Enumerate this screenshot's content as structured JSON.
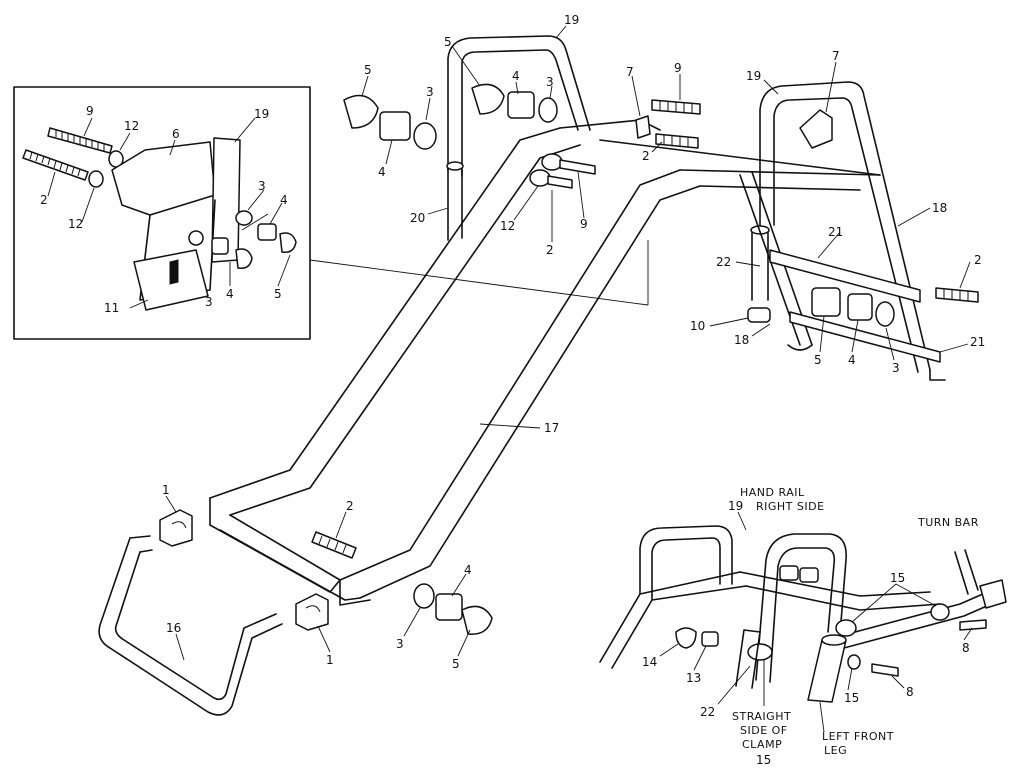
{
  "callouts": {
    "inset_9": "9",
    "inset_12a": "12",
    "inset_6": "6",
    "inset_19": "19",
    "inset_2": "2",
    "inset_12b": "12",
    "inset_3a": "3",
    "inset_4": "4",
    "inset_3b": "3",
    "inset_11": "11",
    "inset_4b": "4",
    "inset_5": "5",
    "top_5a": "5",
    "top_3a": "3",
    "top_4a": "4",
    "top_5b": "5",
    "top_4b": "4",
    "top_3b": "3",
    "top_19a": "19",
    "top_7a": "7",
    "top_9": "9",
    "top_2a": "2",
    "top_20": "20",
    "top_12": "12",
    "top_2b": "2",
    "top_9b": "9",
    "right_7": "7",
    "right_19": "19",
    "right_18a": "18",
    "right_21a": "21",
    "right_22": "22",
    "right_2": "2",
    "right_10": "10",
    "right_18b": "18",
    "right_5": "5",
    "right_4": "4",
    "right_3": "3",
    "right_21b": "21",
    "mid_17": "17",
    "bot_1a": "1",
    "bot_2": "2",
    "bot_16": "16",
    "bot_1b": "1",
    "bot_4": "4",
    "bot_3": "3",
    "bot_5": "5",
    "det_19": "19",
    "det_15a": "15",
    "det_14": "14",
    "det_13": "13",
    "det_22": "22",
    "det_15b": "15",
    "det_8a": "8",
    "det_8b": "8",
    "det_15c": "15"
  },
  "labels": {
    "hand_rail_line1": "HAND RAIL",
    "hand_rail_line2": "RIGHT SIDE",
    "turn_bar": "TURN BAR",
    "straight_line1": "STRAIGHT",
    "straight_line2": "SIDE OF",
    "straight_line3": "CLAMP",
    "left_front_line1": "LEFT FRONT",
    "left_front_line2": "LEG"
  }
}
